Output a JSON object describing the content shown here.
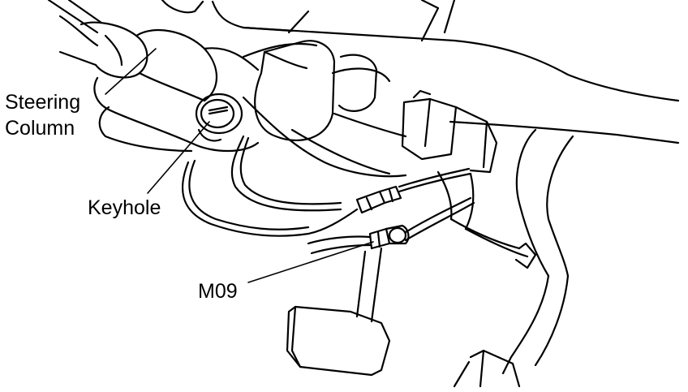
{
  "figure": {
    "labels": {
      "steering_line1": "Steering",
      "steering_line2": "Column",
      "keyhole": "Keyhole",
      "connector": "M09"
    },
    "colors": {
      "ink": "#000000",
      "paper": "#ffffff"
    }
  }
}
